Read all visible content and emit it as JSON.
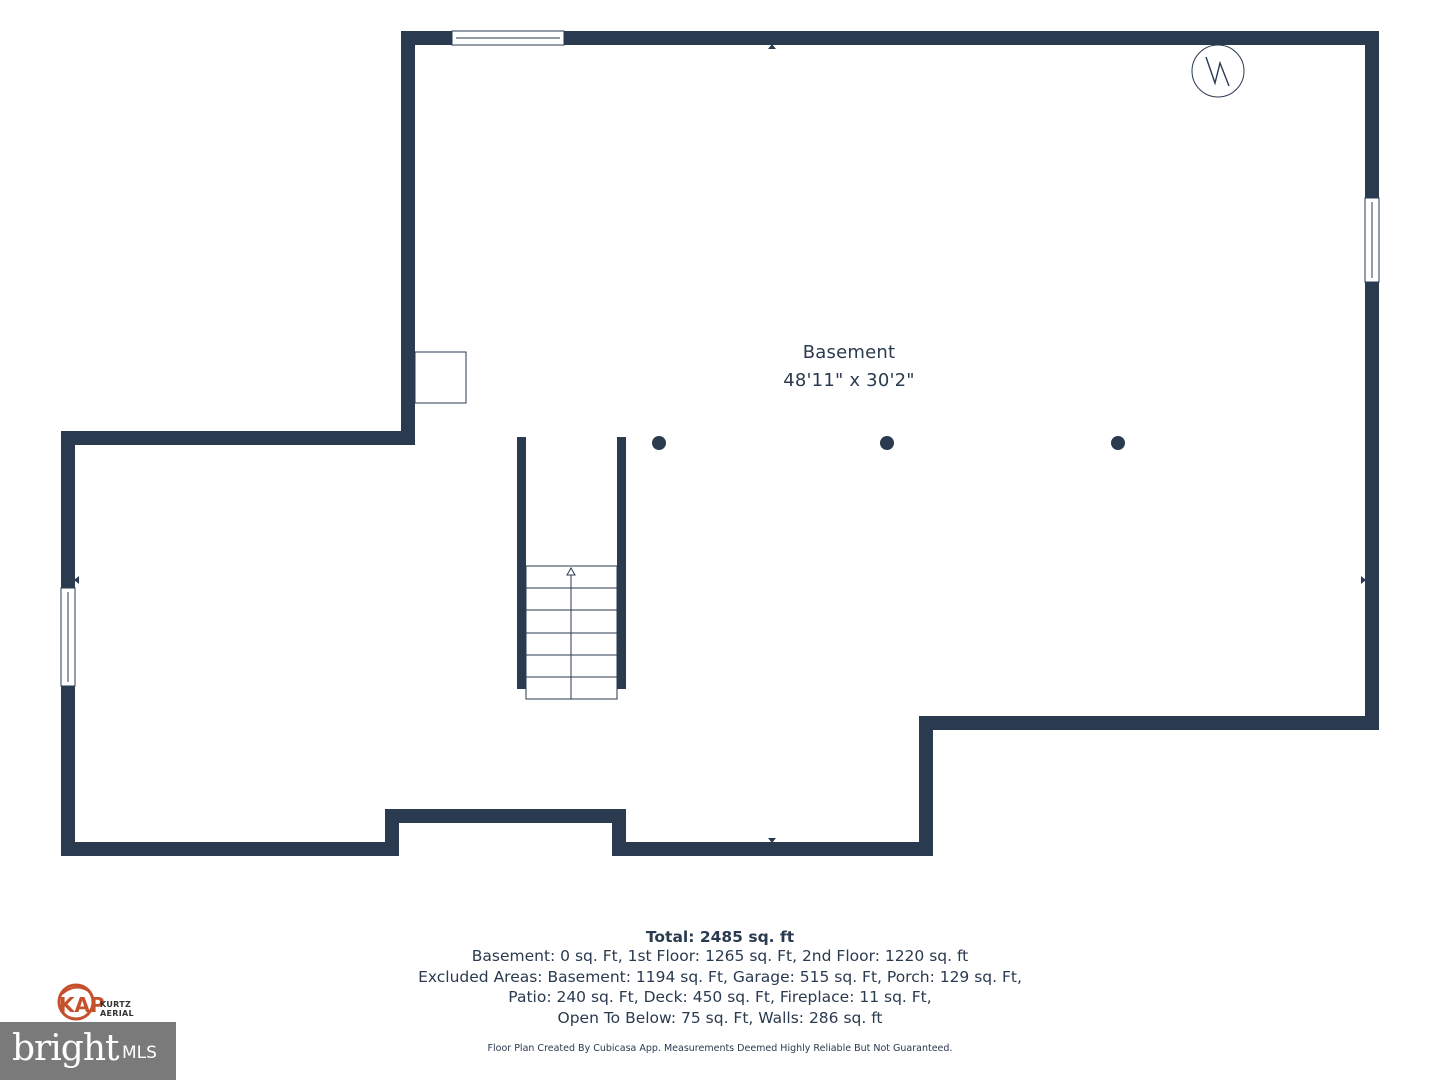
{
  "room": {
    "name": "Basement",
    "dimensions": "48'11\" x 30'2\""
  },
  "summary": {
    "total": "Total: 2485 sq. ft",
    "line1": "Basement: 0 sq. Ft, 1st Floor: 1265 sq. Ft, 2nd Floor: 1220 sq. ft",
    "line2": "Excluded Areas: Basement: 1194 sq. Ft, Garage: 515 sq. Ft, Porch: 129 sq. Ft,",
    "line3": "Patio: 240 sq. Ft, Deck: 450 sq. Ft, Fireplace: 11 sq. Ft,",
    "line4": "Open To Below: 75 sq. Ft, Walls: 286 sq. ft"
  },
  "disclaimer": "Floor Plan Created By Cubicasa App. Measurements Deemed Highly Reliable But Not Guaranteed.",
  "logo": {
    "initials": "KAP",
    "line1": "KURTZ",
    "line2": "AERIAL"
  },
  "watermark": {
    "word": "bright",
    "suffix": "MLS"
  },
  "colors": {
    "wall": "#2a3a4f",
    "accent": "#c4502c",
    "watermark_bg": "#7a7a7a"
  }
}
